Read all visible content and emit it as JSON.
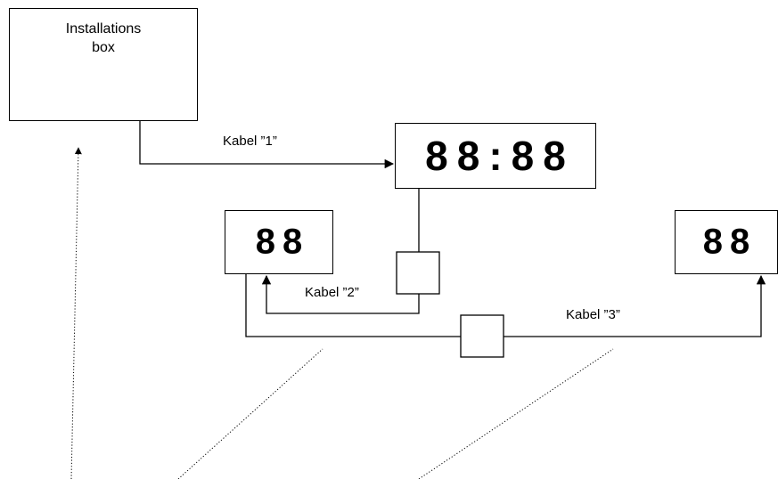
{
  "installation_box": {
    "title": "Installations\nbox"
  },
  "displays": {
    "main": {
      "digits": "88:88"
    },
    "left": {
      "digits": "88"
    },
    "right": {
      "digits": "88"
    }
  },
  "cables": {
    "cable1": "Kabel ”1”",
    "cable2": "Kabel ”2”",
    "cable3": "Kabel ”3”"
  },
  "colors": {
    "line": "#000000",
    "background": "#ffffff"
  }
}
